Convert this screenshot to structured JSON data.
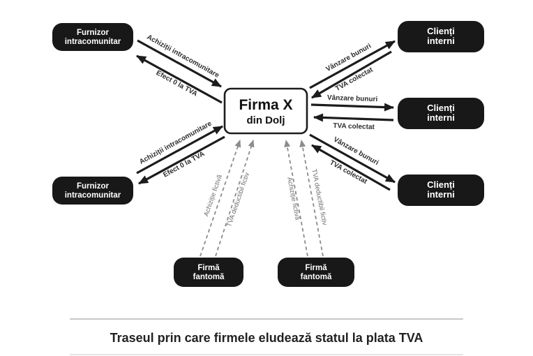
{
  "caption": "Traseul prin care firmele eludează statul la plata TVA",
  "colors": {
    "box_bg": "#181818",
    "box_text": "#ffffff",
    "arrow": "#1c1c1c",
    "dashed_arrow": "#8c8c8c",
    "label_text": "#2d2d2d",
    "dashed_label_text": "#6f6f6f",
    "caption_text": "#222222",
    "divider": "#a6a6a6"
  },
  "center_box": {
    "title": "Firma X",
    "subtitle": "din Dolj"
  },
  "nodes": {
    "supplier_top": {
      "line1": "Furnizor",
      "line2": "intracomunitar"
    },
    "supplier_bottom": {
      "line1": "Furnizor",
      "line2": "intracomunitar"
    },
    "client_top": {
      "line1": "Clienți",
      "line2": "interni"
    },
    "client_middle": {
      "line1": "Clienți",
      "line2": "interni"
    },
    "client_bottom": {
      "line1": "Clienți",
      "line2": "interni"
    },
    "phantom_left": {
      "line1": "Firmă",
      "line2": "fantomă"
    },
    "phantom_right": {
      "line1": "Firmă",
      "line2": "fantomă"
    }
  },
  "arrow_labels": {
    "supplier_top_purchase": "Achiziții intracomunitare",
    "supplier_top_effect": "Efect 0 la TVA",
    "supplier_bottom_purchase": "Achiziții intracomunitare",
    "supplier_bottom_effect": "Efect 0 la TVA",
    "client_top_sale": "Vânzare bunuri",
    "client_top_vat": "TVA colectat",
    "client_middle_sale": "Vânzare bunuri",
    "client_middle_vat": "TVA colectat",
    "client_bottom_sale": "Vânzare bunuri",
    "client_bottom_vat": "TVA colectat",
    "phantom_left_purchase": "Achiziție fictivă",
    "phantom_left_vat": "TVA deductibil fictiv",
    "phantom_right_purchase": "Achiziție fictivă",
    "phantom_right_vat": "TVA deductibil fictiv"
  }
}
